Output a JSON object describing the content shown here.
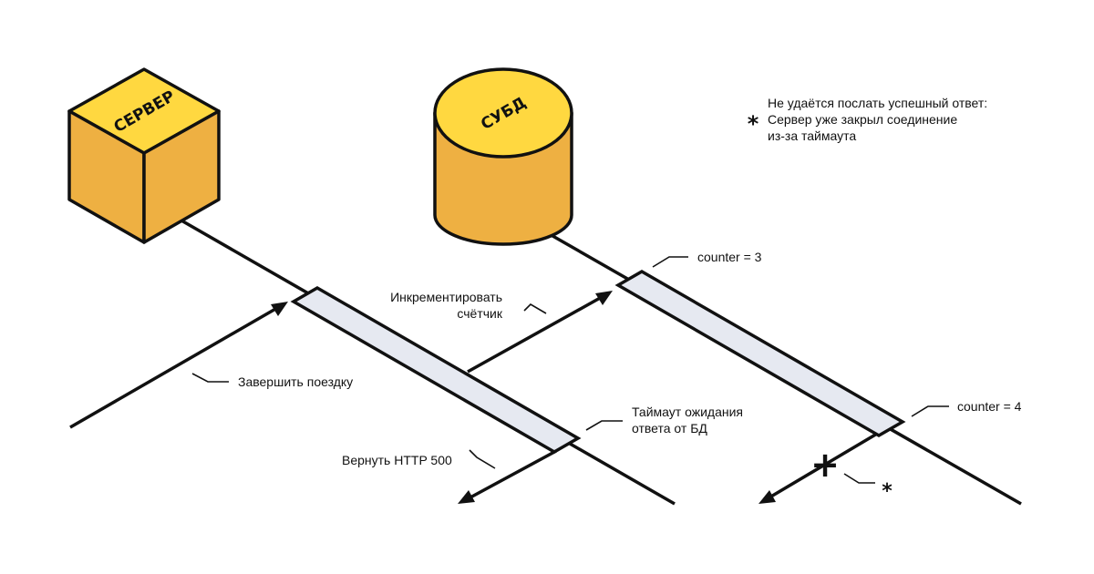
{
  "nodes": {
    "server": {
      "label": "СЕРВЕР"
    },
    "dbms": {
      "label": "СУБД"
    }
  },
  "messages": {
    "finish_trip": "Завершить поездку",
    "increment_line1": "Инкрементировать",
    "increment_line2": "счётчик",
    "timeout_line1": "Таймаут ожидания",
    "timeout_line2": "ответа от БД",
    "return_500": "Вернуть HTTP 500"
  },
  "states": {
    "counter_before": "counter = 3",
    "counter_after": "counter = 4"
  },
  "footnote": {
    "marker": "*",
    "line1": "Не удаётся послать успешный ответ:",
    "line2": "Сервер уже закрыл соединение",
    "line3": "из-за таймаута"
  },
  "failed_marker": "+",
  "colors": {
    "yellow_top": "#ffd840",
    "orange_body": "#eeb042",
    "activation_fill": "#e6e9f1",
    "stroke": "#111111"
  },
  "icons": {
    "server": "cube-icon",
    "dbms": "database-cylinder-icon"
  }
}
